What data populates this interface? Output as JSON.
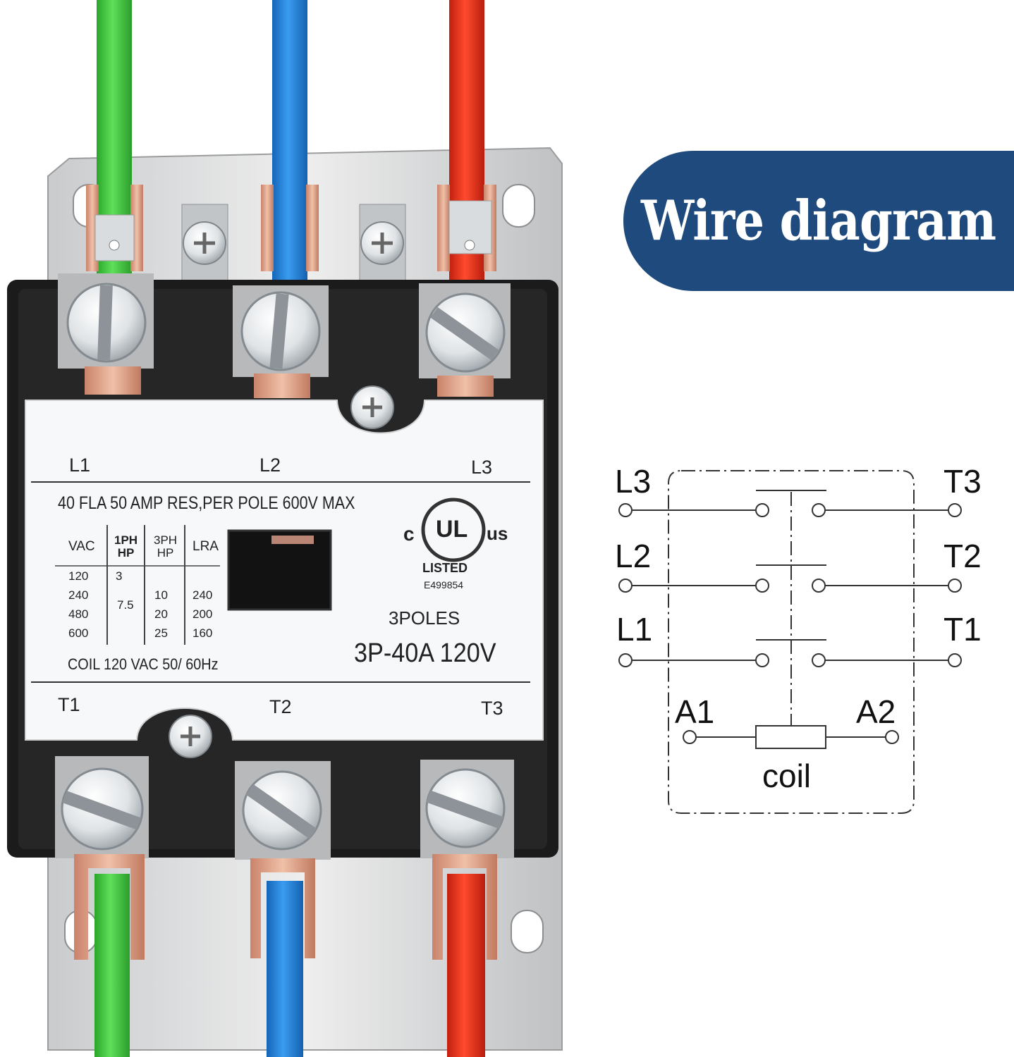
{
  "banner": {
    "title": "Wire diagram"
  },
  "label": {
    "line_terminals": [
      "L1",
      "L2",
      "L3"
    ],
    "load_terminals": [
      "T1",
      "T2",
      "T3"
    ],
    "rating_line": "40 FLA 50 AMP RES,PER  POLE 600V MAX",
    "table": {
      "headers": [
        "VAC",
        "1PH\nHP",
        "3PH\nHP",
        "LRA"
      ],
      "vac": [
        "120",
        "240",
        "480",
        "600"
      ],
      "ph1": [
        "3",
        "7.5"
      ],
      "ph3": [
        "10",
        "20",
        "25"
      ],
      "lra": [
        "240",
        "200",
        "160"
      ]
    },
    "coil_line": "COIL 120 VAC  50/ 60Hz",
    "ul": {
      "c": "c",
      "mark": "UL",
      "us": "us",
      "listed": "LISTED",
      "file": "E499854"
    },
    "poles": "3POLES",
    "model": "3P-40A 120V"
  },
  "diagram": {
    "left_labels": [
      "L3",
      "L2",
      "L1"
    ],
    "right_labels": [
      "T3",
      "T2",
      "T1"
    ],
    "coil_left": "A1",
    "coil_right": "A2",
    "coil_label": "coil"
  },
  "colors": {
    "banner": "#1e4a7d",
    "wire_green": "#3ccf3a",
    "wire_blue": "#1f7fd6",
    "wire_red": "#e0301a"
  }
}
